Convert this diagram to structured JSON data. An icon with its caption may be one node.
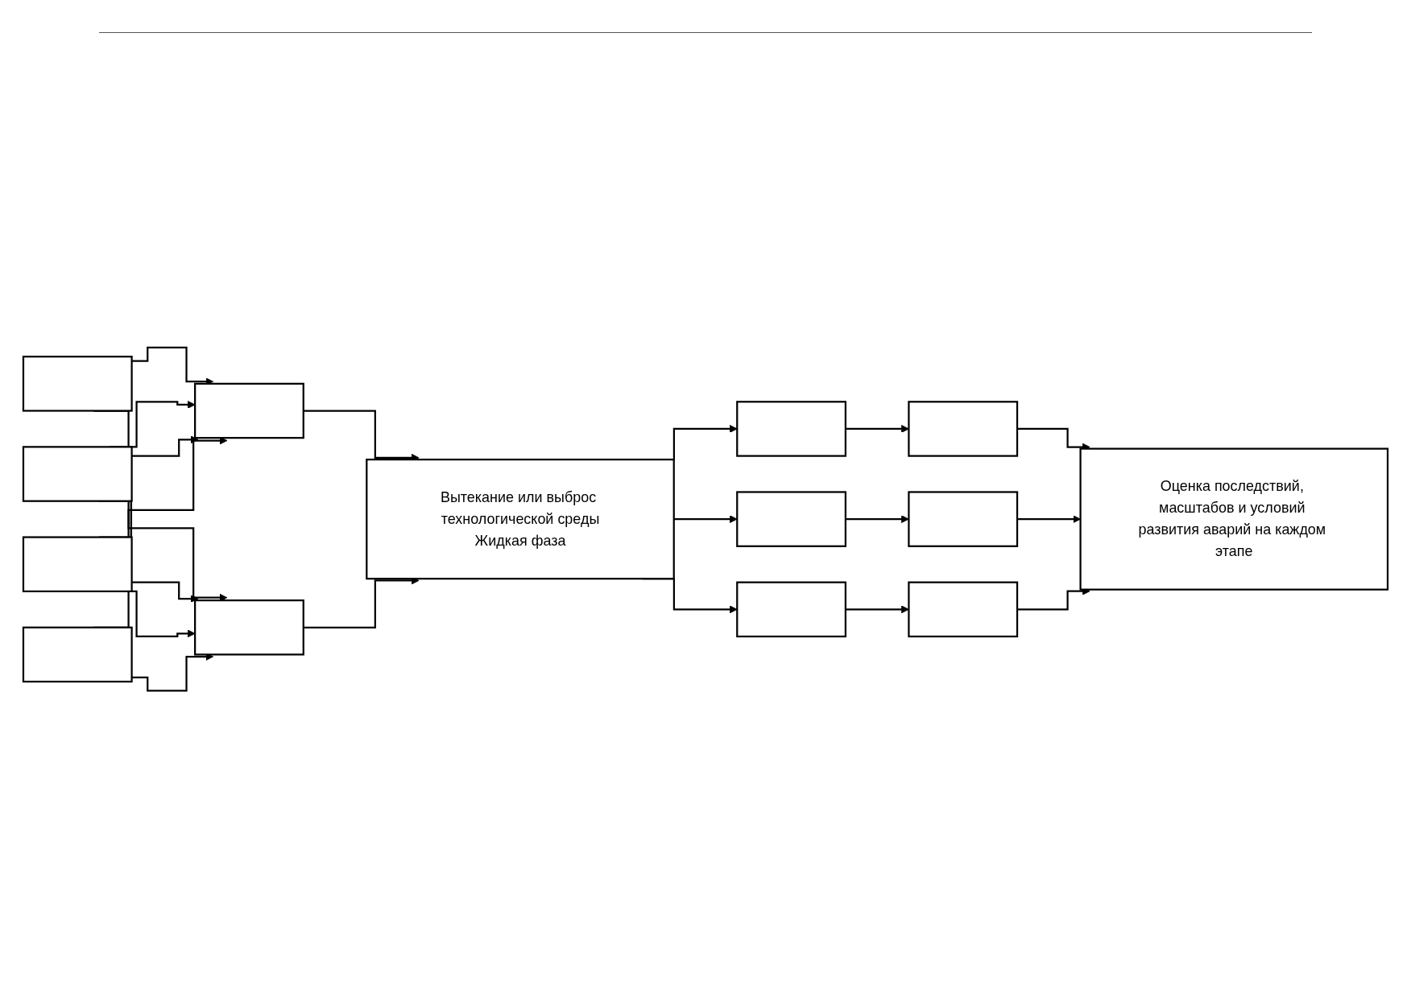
{
  "diagram": {
    "nodes": [
      {
        "text": [],
        "shape": "box"
      },
      {
        "text": [],
        "shape": "box"
      },
      {
        "text": [],
        "shape": "box"
      },
      {
        "text": [],
        "shape": "box"
      },
      {
        "text": [],
        "shape": "box"
      },
      {
        "text": [],
        "shape": "box"
      },
      {
        "text": [
          "Вытекание или выброс технологической среды",
          "Жидкая фаза"
        ]
      },
      {
        "text": [],
        "shape": "box"
      },
      {
        "text": [],
        "shape": "box"
      },
      {
        "text": [],
        "shape": "box"
      },
      {
        "text": [],
        "shape": "box"
      },
      {
        "text": [],
        "shape": "box"
      },
      {
        "text": [],
        "shape": "box"
      },
      {
        "text": [
          "Оценка последствий, масштабов и условий развития аварий на каждом этапе"
        ]
      }
    ],
    "edges": [
      {
        "from": 0,
        "to": 4,
        "arrow": "to"
      },
      {
        "from": 0,
        "to": 5,
        "arrow": "to"
      },
      {
        "from": 1,
        "to": 4,
        "arrow": "to"
      },
      {
        "from": 1,
        "to": 5,
        "arrow": "to"
      },
      {
        "from": 2,
        "to": 4,
        "arrow": "to"
      },
      {
        "from": 2,
        "to": 5,
        "arrow": "to"
      },
      {
        "from": 3,
        "to": 4,
        "arrow": "to"
      },
      {
        "from": 3,
        "to": 5,
        "arrow": "to"
      },
      {
        "from": 4,
        "to": 6,
        "arrow": "to"
      },
      {
        "from": 5,
        "to": 6,
        "arrow": "to"
      },
      {
        "from": 6,
        "to": 7,
        "arrow": "to"
      },
      {
        "from": 6,
        "to": 8,
        "arrow": "to"
      },
      {
        "from": 6,
        "to": 9,
        "arrow": "to"
      },
      {
        "from": 7,
        "to": 10,
        "arrow": "to"
      },
      {
        "from": 8,
        "to": 11,
        "arrow": "to"
      },
      {
        "from": 9,
        "to": 12,
        "arrow": "to"
      },
      {
        "from": 10,
        "to": 13,
        "arrow": "to"
      },
      {
        "from": 11,
        "to": 13,
        "arrow": "to"
      },
      {
        "from": 12,
        "to": 13,
        "arrow": "to"
      }
    ]
  }
}
